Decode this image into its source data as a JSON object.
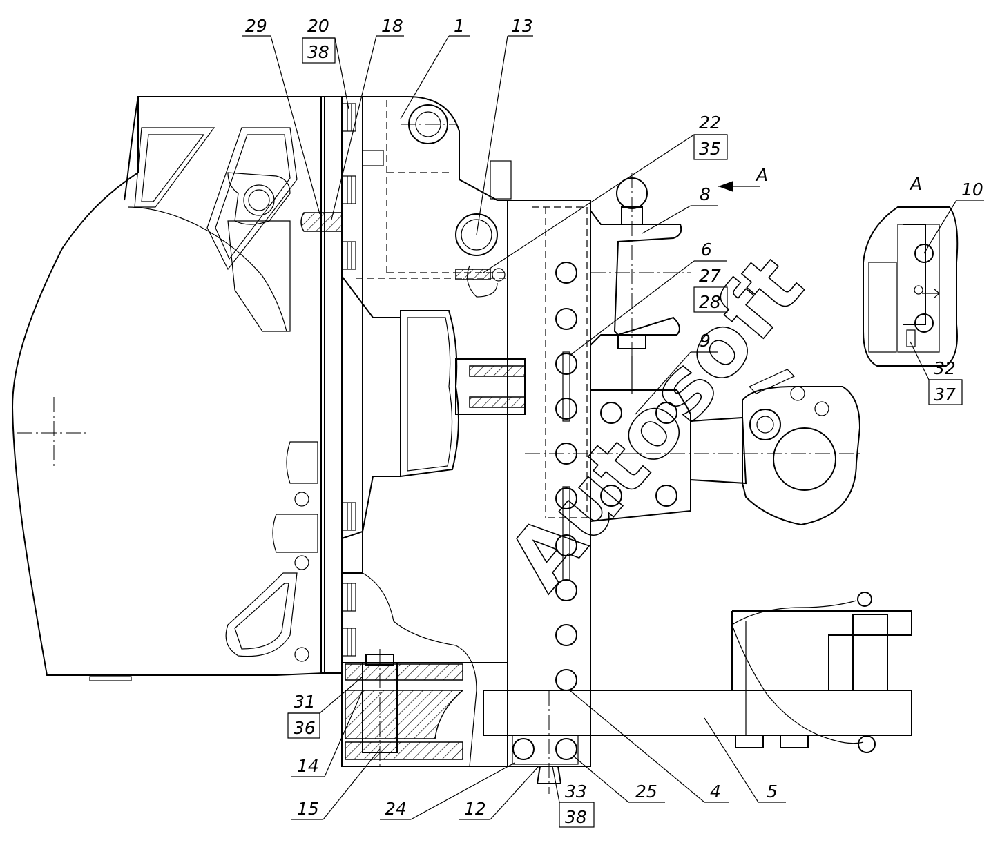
{
  "view_label": "A",
  "view_inset_label": "A",
  "watermark": "Autosoft",
  "callouts": {
    "c1": "1",
    "c4": "4",
    "c5": "5",
    "c6": "6",
    "c8": "8",
    "c9": "9",
    "c10": "10",
    "c12": "12",
    "c13": "13",
    "c14": "14",
    "c15": "15",
    "c18": "18",
    "c20": "20",
    "c22": "22",
    "c24": "24",
    "c25": "25",
    "c27": "27",
    "c28": "28",
    "c29": "29",
    "c31": "31",
    "c32": "32",
    "c33": "33",
    "c35": "35",
    "c36": "36",
    "c37": "37",
    "c38a": "38",
    "c38b": "38"
  }
}
